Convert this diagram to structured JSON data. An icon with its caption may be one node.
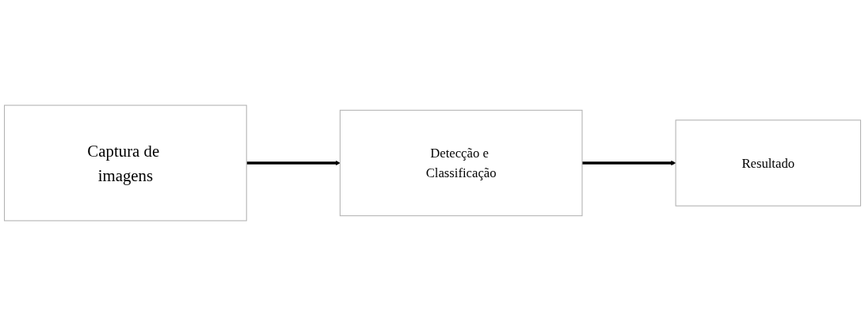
{
  "diagram": {
    "nodes": [
      {
        "text": [
          "Captura de imagens"
        ]
      },
      {
        "text": [
          "Detecção e Classificação"
        ]
      },
      {
        "text": [
          "Resultado"
        ]
      }
    ],
    "edges": [
      {
        "from": 0,
        "to": 1,
        "arrow": "to"
      },
      {
        "from": 1,
        "to": 2,
        "arrow": "to"
      }
    ]
  }
}
